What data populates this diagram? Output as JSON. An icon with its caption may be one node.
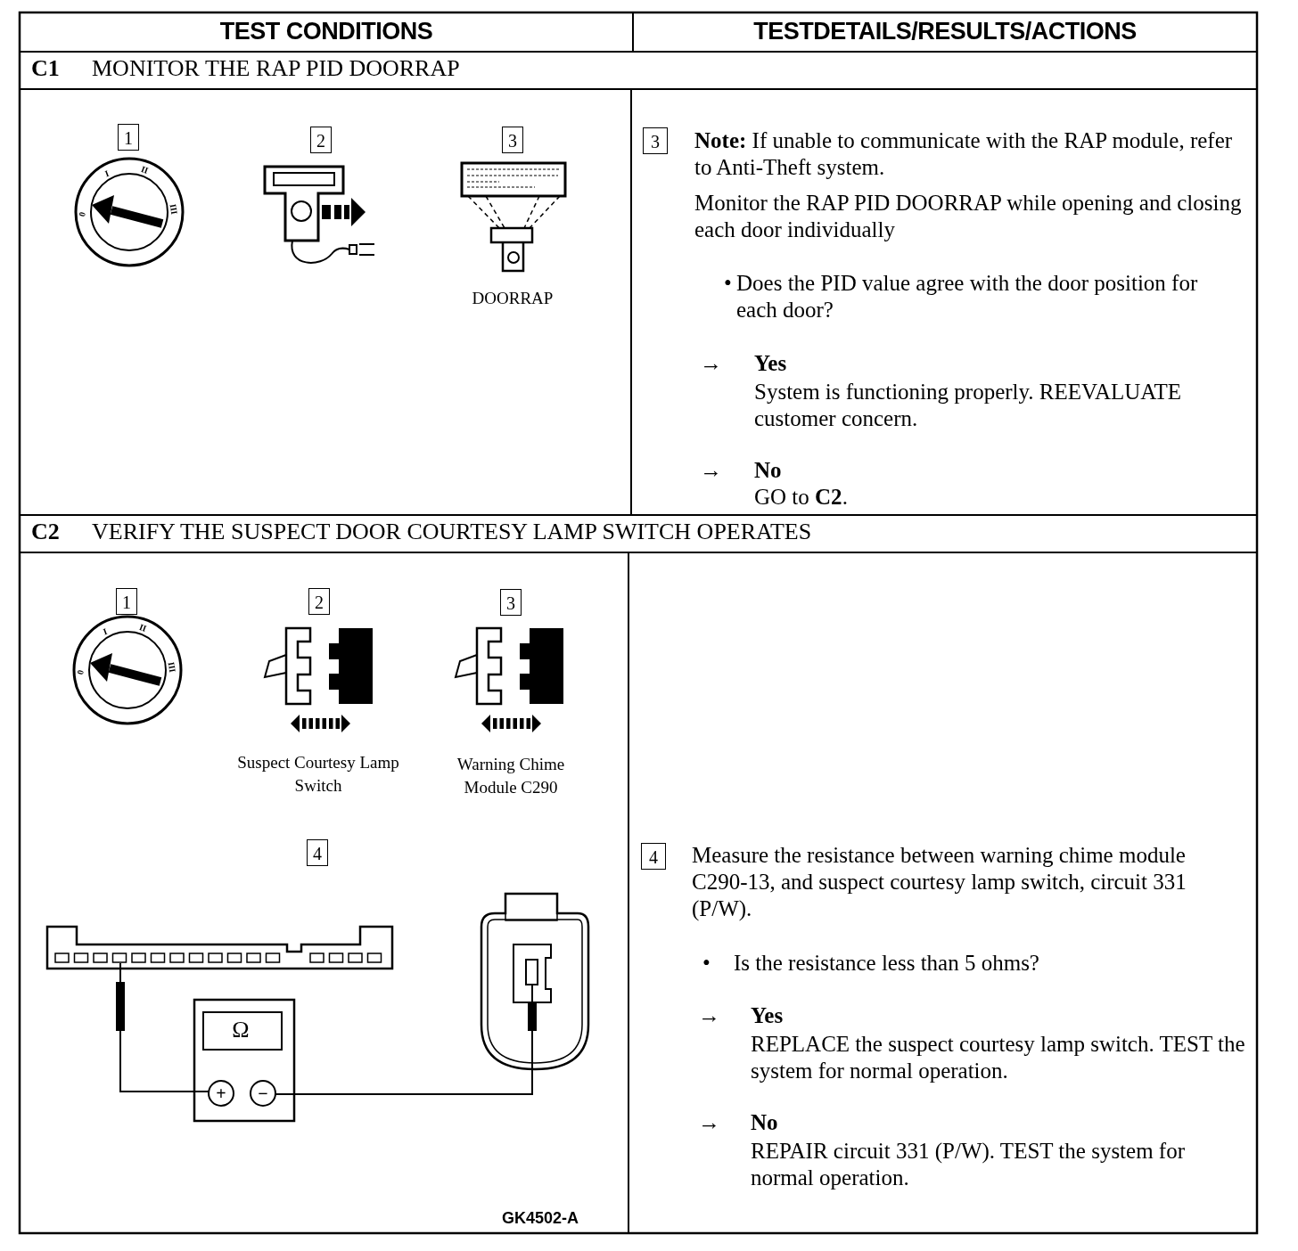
{
  "diagram": {
    "caption": "GK4502-A",
    "labels": [
      "TEST CONDITIONS",
      "TESTDETAILS/RESULTS/ACTIONS",
      "C1",
      "MONITOR THE RAP PID DOORRAP",
      "1",
      "0",
      "I",
      "II",
      "III",
      "2",
      "3",
      "DOORRAP",
      "3",
      "**Note:** If unable to communicate with the RAP module, refer to Anti-Theft system.",
      "Monitor the RAP PID DOORRAP while opening and closing each door individually",
      "•",
      "Does the PID value agree with the door position for each door?",
      "→",
      "Yes",
      "System is functioning properly. REEVALUATE customer concern.",
      "→",
      "No",
      "GO to **C2**.",
      "C2",
      "VERIFY THE SUSPECT DOOR COURTESY LAMP SWITCH OPERATES",
      "1",
      "0",
      "I",
      "II",
      "III",
      "2",
      "3",
      "Suspect Courtesy Lamp Switch",
      "Warning Chime Module C290",
      "4",
      "Ω",
      "+",
      "−",
      "4",
      "Measure the resistance between warning chime module C290-13, and suspect courtesy lamp switch, circuit 331 (P/W).",
      "•",
      "Is the resistance less than 5 ohms?",
      "→",
      "Yes",
      "REPLACE the suspect courtesy lamp switch. TEST the system for normal operation.",
      "→",
      "No",
      "REPAIR circuit 331 (P/W). TEST the system for normal operation."
    ]
  }
}
